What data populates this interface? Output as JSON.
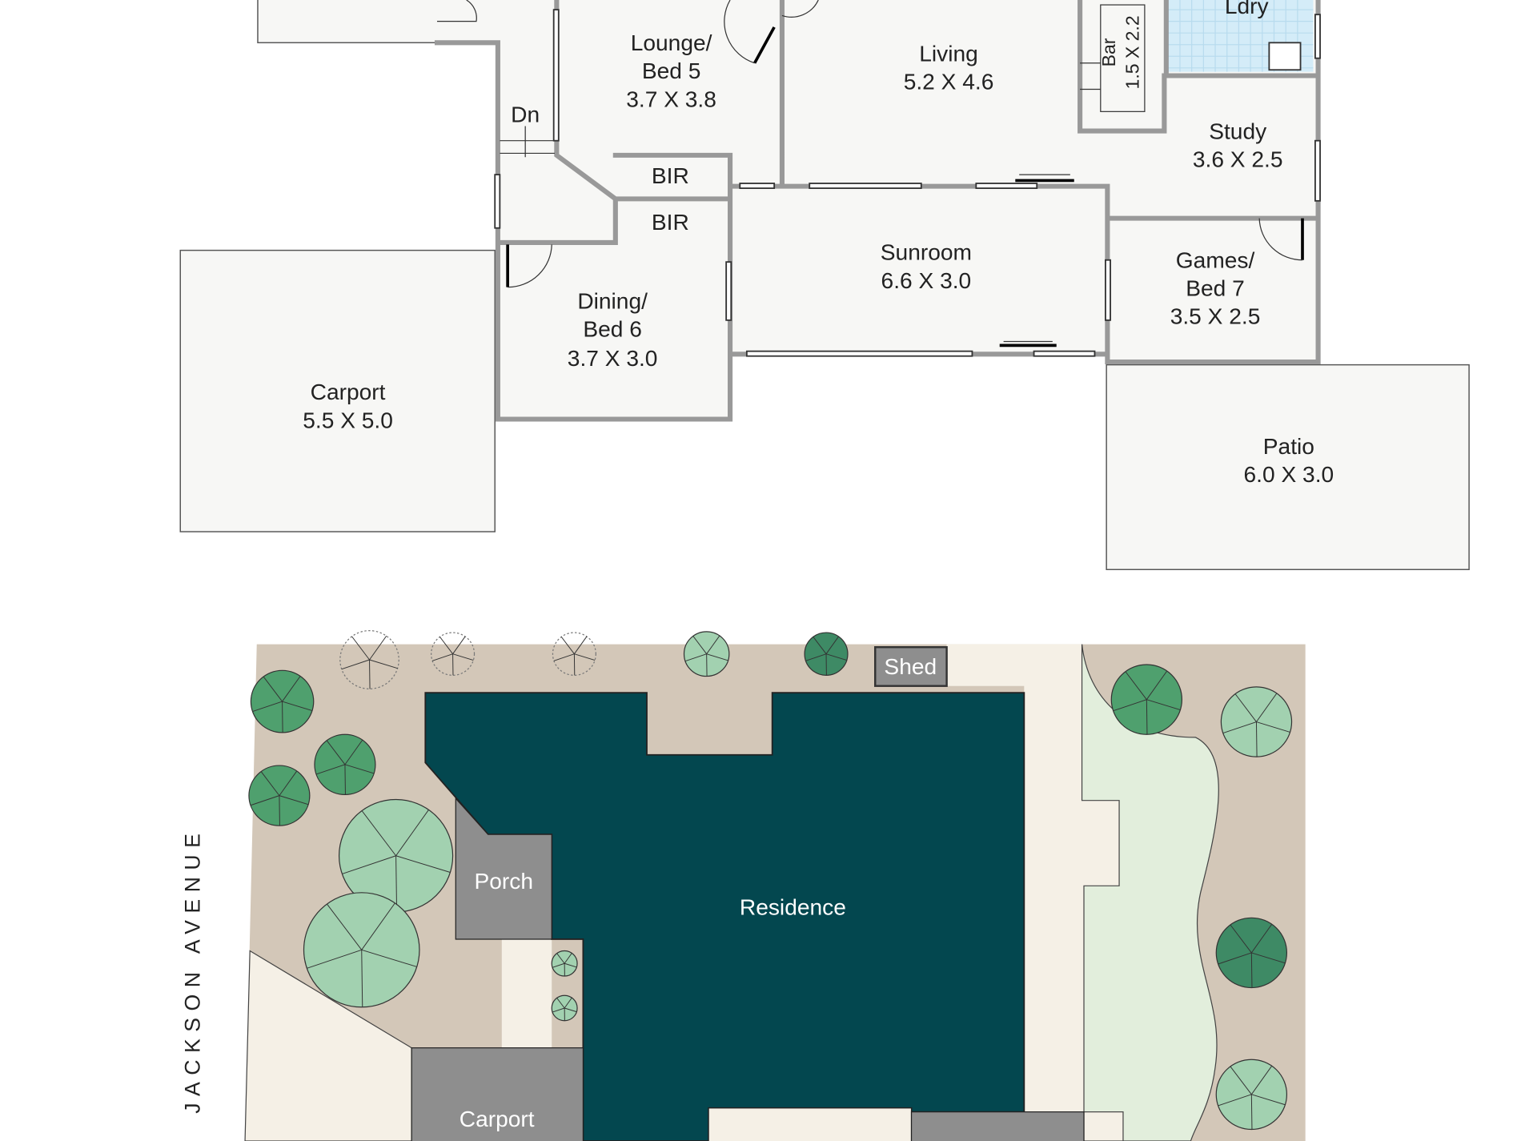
{
  "floor_plan": {
    "rooms": [
      {
        "id": "lounge",
        "name": "Lounge/",
        "name2": "Bed 5",
        "dims": "3.7 X 3.8"
      },
      {
        "id": "living",
        "name": "Living",
        "dims": "5.2 X 4.6"
      },
      {
        "id": "study",
        "name": "Study",
        "dims": "3.6 X 2.5"
      },
      {
        "id": "games",
        "name": "Games/",
        "name2": "Bed 7",
        "dims": "3.5 X 2.5"
      },
      {
        "id": "sunroom",
        "name": "Sunroom",
        "dims": "6.6 X 3.0"
      },
      {
        "id": "dining",
        "name": "Dining/",
        "name2": "Bed 6",
        "dims": "3.7 X 3.0"
      },
      {
        "id": "carport",
        "name": "Carport",
        "dims": "5.5 X 5.0"
      },
      {
        "id": "patio",
        "name": "Patio",
        "dims": "6.0 X 3.0"
      }
    ],
    "bar": {
      "name": "Bar",
      "dims": "1.5 X 2.2"
    },
    "laundry": "Ldry",
    "bir1": "BIR",
    "bir2": "BIR",
    "stairs": "Dn"
  },
  "site_plan": {
    "street": "JACKSON AVENUE",
    "residence": "Residence",
    "porch": "Porch",
    "carport": "Carport",
    "shed": "Shed"
  },
  "colors": {
    "residence": "#03474f",
    "ground": "#d3c7b8",
    "paving": "#f5f0e6",
    "lawn": "#e2eedc",
    "structure": "#8e8e8e"
  }
}
